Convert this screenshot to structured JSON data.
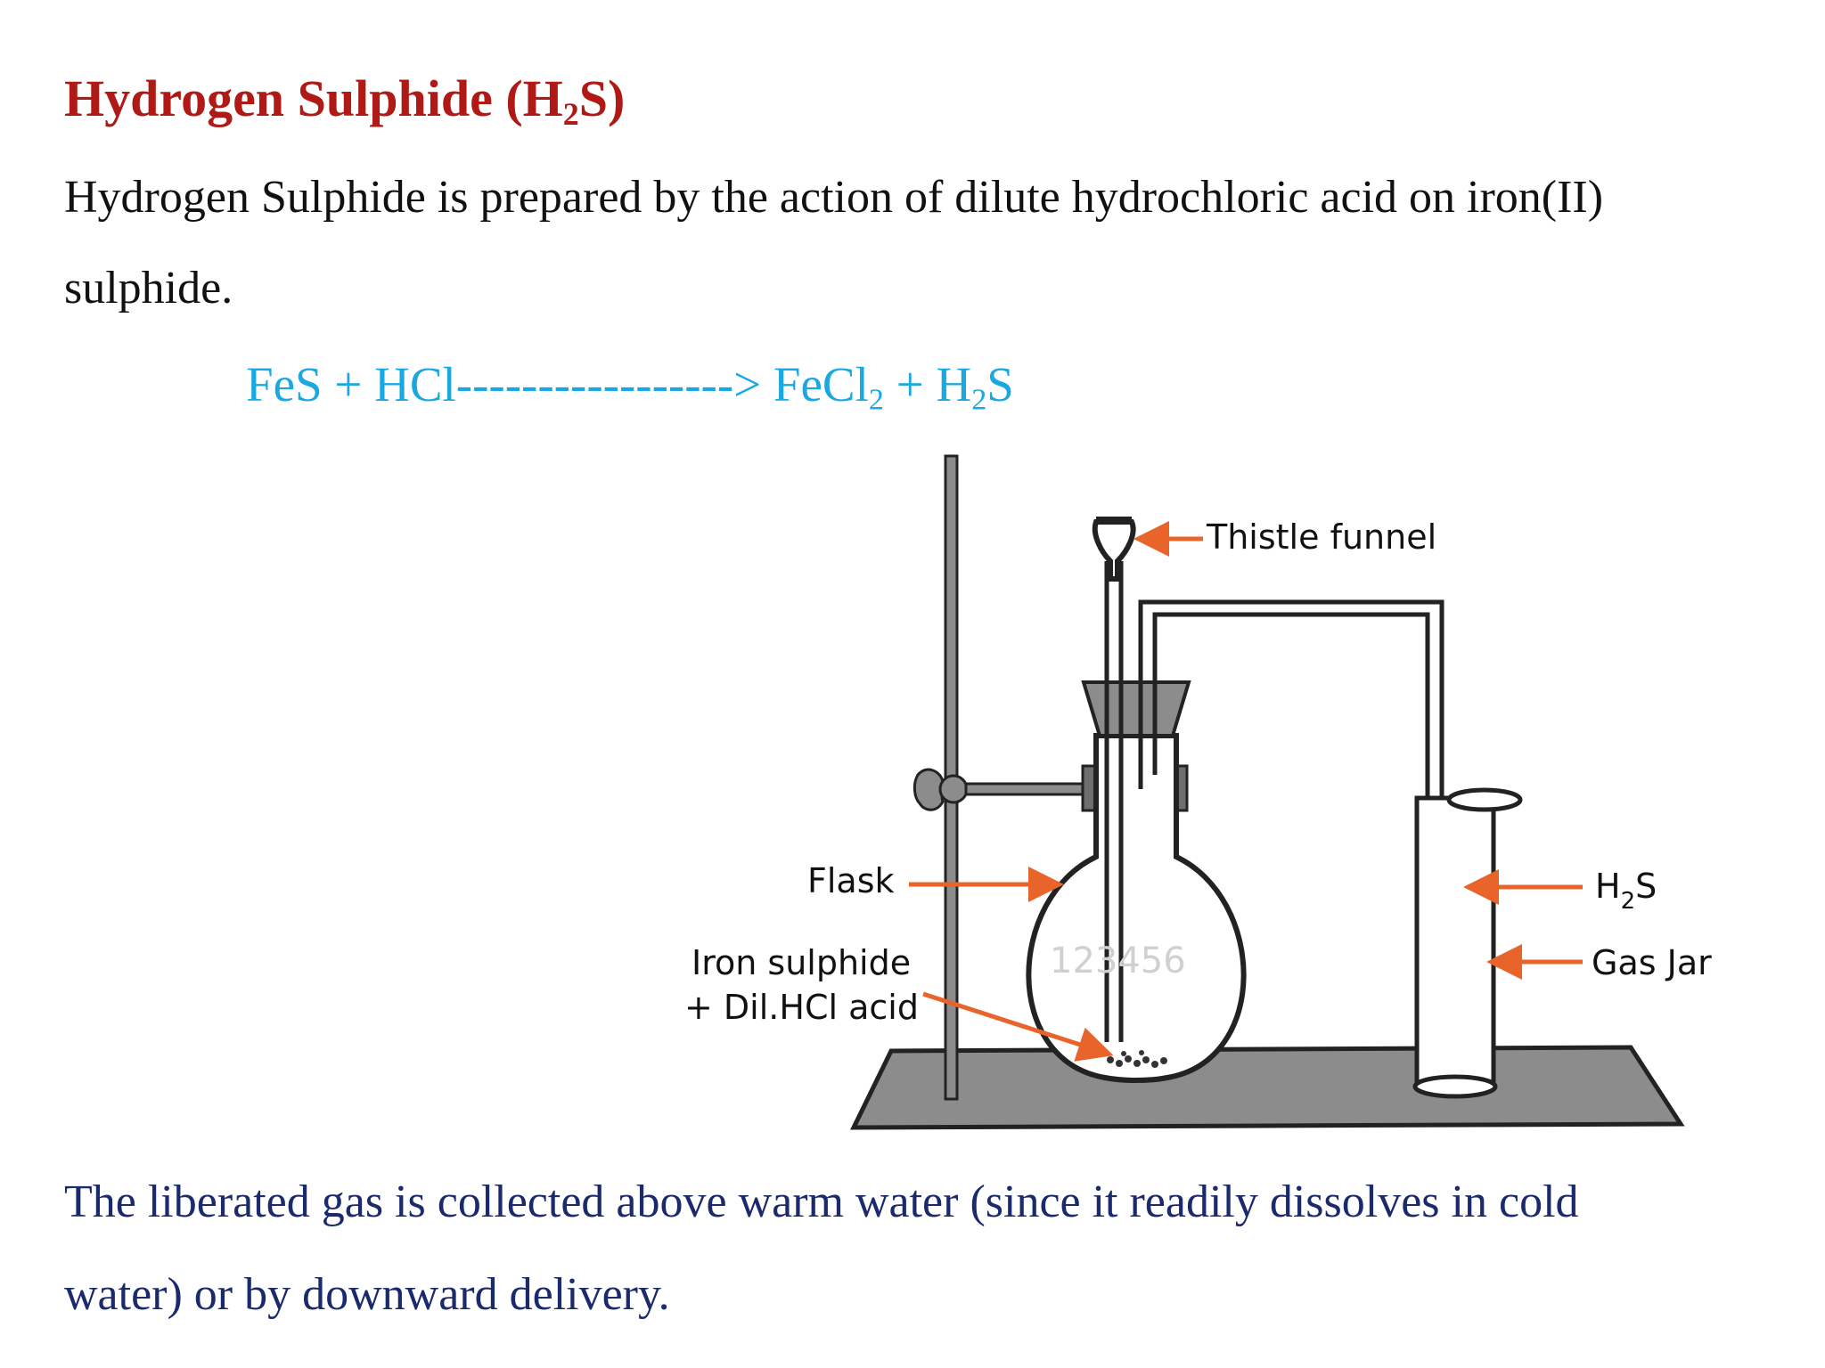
{
  "heading": {
    "text": "Hydrogen Sulphide (H",
    "sub": "2",
    "tail": "S)"
  },
  "intro": {
    "line1": "Hydrogen Sulphide is prepared by the action of dilute hydrochloric acid on iron(II)",
    "line2": "sulphide."
  },
  "equation": {
    "reactants": "FeS + HCl-----------------> FeCl",
    "sub1": "2",
    "mid": " + H",
    "sub2": "2",
    "tail": "S"
  },
  "diagram_labels": {
    "thistle_funnel": "Thistle funnel",
    "flask": "Flask",
    "iron_sulphide_line1": "Iron sulphide",
    "iron_sulphide_line2": "+ Dil.HCl acid",
    "h2s_main": "H",
    "h2s_sub": "2",
    "h2s_tail": "S",
    "gas_jar": "Gas Jar",
    "watermark": "123456"
  },
  "closing": {
    "line1": "The liberated gas is collected above warm water (since it readily dissolves in cold",
    "line2": "water) or by downward delivery."
  },
  "colors": {
    "heading": "#b01a16",
    "equation": "#1aa8e0",
    "closing": "#1a2a6c",
    "arrow": "#e8642a",
    "stand_gray": "#8c8c8c"
  }
}
